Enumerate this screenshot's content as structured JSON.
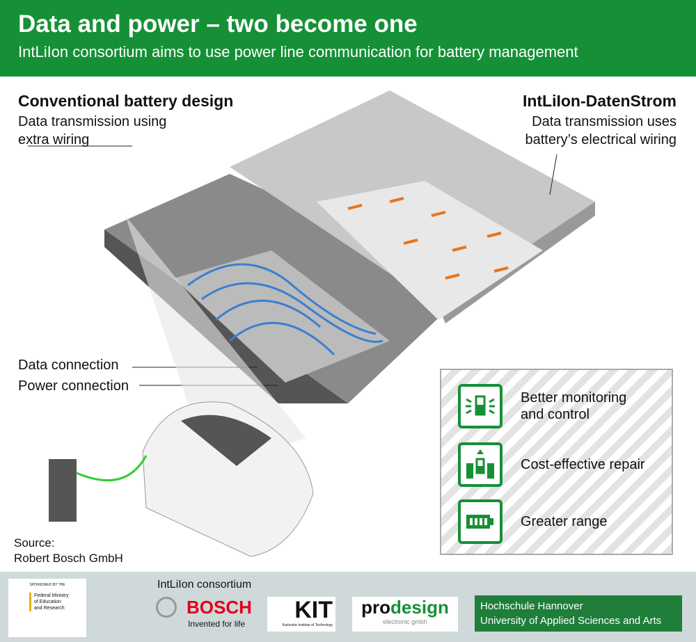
{
  "header": {
    "title": "Data and power – two become one",
    "subtitle": "IntLiIon consortium aims to use power line communication for battery management"
  },
  "left": {
    "title": "Conventional battery design",
    "line1": "Data transmission using",
    "line2": "extra wiring"
  },
  "right": {
    "title": "IntLiIon-DatenStrom",
    "line1": "Data transmission uses",
    "line2": "battery’s electrical wiring"
  },
  "labels": {
    "data": "Data connection",
    "power": "Power connection"
  },
  "source": {
    "label": "Source:",
    "name": "Robert Bosch GmbH"
  },
  "benefits": [
    {
      "icon": "battery-monitor-icon",
      "label1": "Better monitoring",
      "label2": "and control"
    },
    {
      "icon": "battery-replace-icon",
      "label1": "Cost-effective repair"
    },
    {
      "icon": "battery-full-icon",
      "label1": "Greater range"
    }
  ],
  "footer": {
    "sponsor_top": "SPONSORED BY THE",
    "sponsor1": "Federal Ministry",
    "sponsor2": "of Education",
    "sponsor3": "and Research",
    "consortium": "IntLiIon consortium",
    "bosch": "BOSCH",
    "bosch_tag": "Invented for life",
    "kit": "KIT",
    "kit_sub": "Karlsruhe Institute of Technology",
    "pro": "pro",
    "design": "design",
    "pro_sub": "electronic gmbh",
    "hh1": "Hochschule Hannover",
    "hh2": "University of Applied Sciences and Arts"
  },
  "colors": {
    "green": "#169036",
    "orange": "#e8741e",
    "blue": "#3a7fd0"
  }
}
